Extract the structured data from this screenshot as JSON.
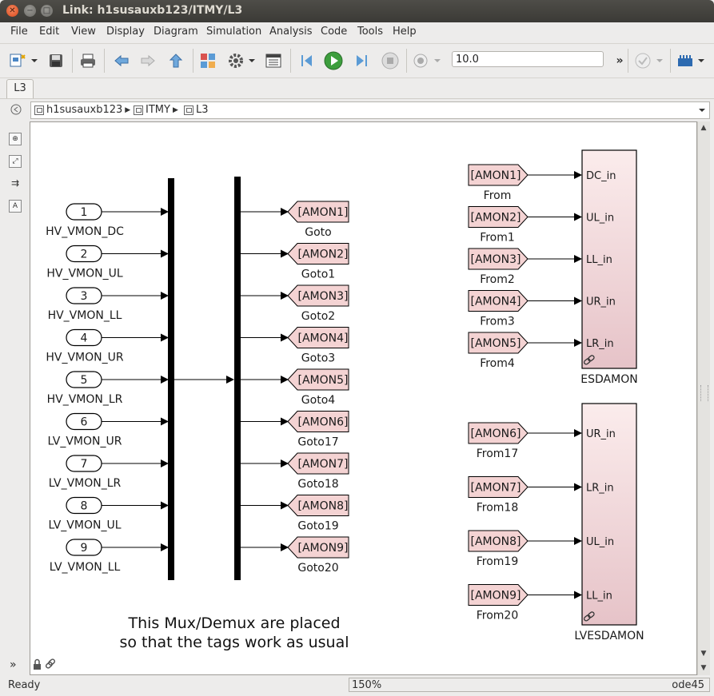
{
  "window": {
    "title": "Link: h1susauxb123/ITMY/L3"
  },
  "menu": [
    "File",
    "Edit",
    "View",
    "Display",
    "Diagram",
    "Simulation",
    "Analysis",
    "Code",
    "Tools",
    "Help"
  ],
  "toolbar": {
    "stop_time": "10.0",
    "more": "»"
  },
  "tab": {
    "label": "L3"
  },
  "breadcrumb": [
    "h1susauxb123",
    "ITMY",
    "L3"
  ],
  "inports": [
    {
      "num": "1",
      "label": "HV_VMON_DC"
    },
    {
      "num": "2",
      "label": "HV_VMON_UL"
    },
    {
      "num": "3",
      "label": "HV_VMON_LL"
    },
    {
      "num": "4",
      "label": "HV_VMON_UR"
    },
    {
      "num": "5",
      "label": "HV_VMON_LR"
    },
    {
      "num": "6",
      "label": "LV_VMON_UR"
    },
    {
      "num": "7",
      "label": "LV_VMON_LR"
    },
    {
      "num": "8",
      "label": "LV_VMON_UL"
    },
    {
      "num": "9",
      "label": "LV_VMON_LL"
    }
  ],
  "gotos": [
    {
      "tag": "[AMON1]",
      "label": "Goto"
    },
    {
      "tag": "[AMON2]",
      "label": "Goto1"
    },
    {
      "tag": "[AMON3]",
      "label": "Goto2"
    },
    {
      "tag": "[AMON4]",
      "label": "Goto3"
    },
    {
      "tag": "[AMON5]",
      "label": "Goto4"
    },
    {
      "tag": "[AMON6]",
      "label": "Goto17"
    },
    {
      "tag": "[AMON7]",
      "label": "Goto18"
    },
    {
      "tag": "[AMON8]",
      "label": "Goto19"
    },
    {
      "tag": "[AMON9]",
      "label": "Goto20"
    }
  ],
  "froms_top": [
    {
      "tag": "[AMON1]",
      "label": "From"
    },
    {
      "tag": "[AMON2]",
      "label": "From1"
    },
    {
      "tag": "[AMON3]",
      "label": "From2"
    },
    {
      "tag": "[AMON4]",
      "label": "From3"
    },
    {
      "tag": "[AMON5]",
      "label": "From4"
    }
  ],
  "froms_bottom": [
    {
      "tag": "[AMON6]",
      "label": "From17"
    },
    {
      "tag": "[AMON7]",
      "label": "From18"
    },
    {
      "tag": "[AMON8]",
      "label": "From19"
    },
    {
      "tag": "[AMON9]",
      "label": "From20"
    }
  ],
  "esdamon": {
    "name": "ESDAMON",
    "ports": [
      "DC_in",
      "UL_in",
      "LL_in",
      "UR_in",
      "LR_in"
    ]
  },
  "lvesdamon": {
    "name": "LVESDAMON",
    "ports": [
      "UR_in",
      "LR_in",
      "UL_in",
      "LL_in"
    ]
  },
  "annotation": [
    "This Mux/Demux are placed",
    "so that the tags work as usual"
  ],
  "status": {
    "ready": "Ready",
    "zoom": "150%",
    "solver": "ode45"
  }
}
